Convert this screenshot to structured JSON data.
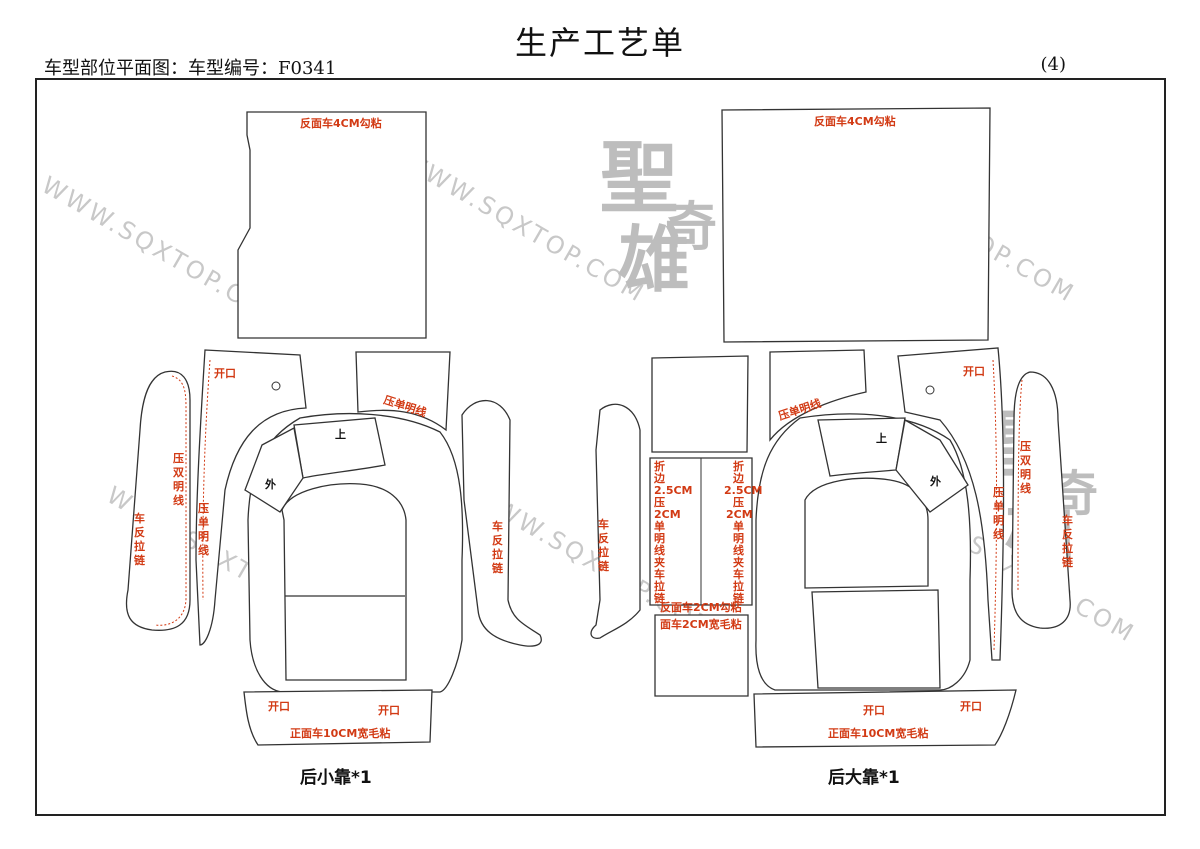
{
  "header": {
    "title": "生产工艺单",
    "subtitle": "车型部位平面图：车型编号：F0341",
    "page_number": "(4)"
  },
  "watermark": {
    "url_text": "WWW.SQXTOP.COM",
    "logo_chars": [
      "聖",
      "奇",
      "雄"
    ]
  },
  "left_pattern": {
    "caption": "后小靠*1",
    "labels": {
      "top_panel": "反面车4CM勾粘",
      "opening_1": "开口",
      "press_single_top": "压单明线",
      "up": "上",
      "outside": "外",
      "press_double": [
        "压",
        "双",
        "明",
        "线"
      ],
      "press_single_side": [
        "压",
        "单",
        "明",
        "线"
      ],
      "zip_left": [
        "车",
        "反",
        "拉",
        "链"
      ],
      "zip_right": [
        "车",
        "反",
        "拉",
        "链"
      ],
      "opening_2": "开口",
      "opening_3": "开口",
      "bottom_panel": "正面车10CM宽毛粘"
    }
  },
  "right_pattern": {
    "caption": "后大靠*1",
    "labels": {
      "top_panel": "反面车4CM勾粘",
      "press_single_top": "压单明线",
      "opening_1": "开口",
      "up": "上",
      "outside": "外",
      "fold_left": [
        "折",
        "边",
        "2.5CM",
        "压",
        "2CM",
        "单",
        "明",
        "线",
        "夹",
        "车",
        "拉",
        "链"
      ],
      "fold_right": [
        "折",
        "边",
        "2.5CM",
        "压",
        "2CM",
        "单",
        "明",
        "线",
        "夹",
        "车",
        "拉",
        "链"
      ],
      "reverse_velcro": "反面车2CM勾粘",
      "face_velcro": "面车2CM宽毛粘",
      "zip_left": [
        "车",
        "反",
        "拉",
        "链"
      ],
      "press_double": [
        "压",
        "双",
        "明",
        "线"
      ],
      "press_single_side": [
        "压",
        "单",
        "明",
        "线"
      ],
      "zip_right": [
        "车",
        "反",
        "拉",
        "链"
      ],
      "opening_2": "开口",
      "opening_3": "开口",
      "bottom_panel": "正面车10CM宽毛粘"
    }
  }
}
